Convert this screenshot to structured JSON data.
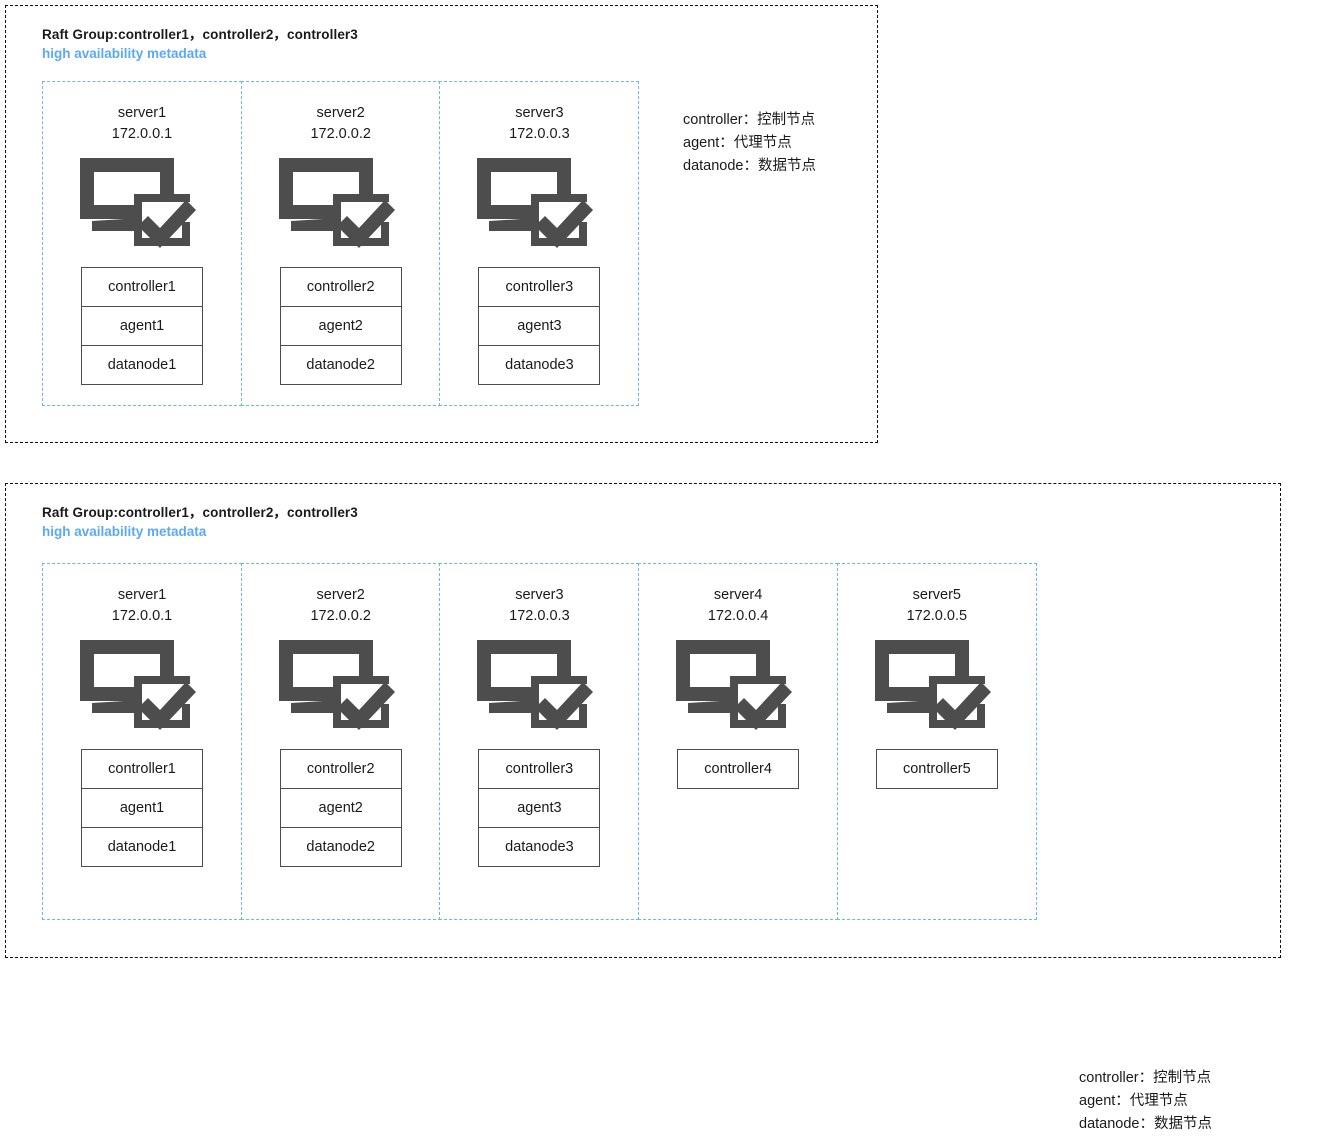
{
  "panels": [
    {
      "id": "panel-1",
      "raft_title": "Raft Group:controller1，controller2，controller3",
      "ha_subtitle": "high availability metadata",
      "legend": [
        "controller：控制节点",
        "agent：代理节点",
        "datanode：数据节点"
      ],
      "servers": [
        {
          "name": "server1",
          "ip": "172.0.0.1",
          "icon": "server-check-icon",
          "services": [
            "controller1",
            "agent1",
            "datanode1"
          ]
        },
        {
          "name": "server2",
          "ip": "172.0.0.2",
          "icon": "server-check-icon",
          "services": [
            "controller2",
            "agent2",
            "datanode2"
          ]
        },
        {
          "name": "server3",
          "ip": "172.0.0.3",
          "icon": "server-check-icon",
          "services": [
            "controller3",
            "agent3",
            "datanode3"
          ]
        }
      ]
    },
    {
      "id": "panel-2",
      "raft_title": "Raft Group:controller1，controller2，controller3",
      "ha_subtitle": "high availability metadata",
      "legend": [
        "controller：控制节点",
        "agent：代理节点",
        "datanode：数据节点"
      ],
      "servers": [
        {
          "name": "server1",
          "ip": "172.0.0.1",
          "icon": "server-check-icon",
          "services": [
            "controller1",
            "agent1",
            "datanode1"
          ]
        },
        {
          "name": "server2",
          "ip": "172.0.0.2",
          "icon": "server-check-icon",
          "services": [
            "controller2",
            "agent2",
            "datanode2"
          ]
        },
        {
          "name": "server3",
          "ip": "172.0.0.3",
          "icon": "server-check-icon",
          "services": [
            "controller3",
            "agent3",
            "datanode3"
          ]
        },
        {
          "name": "server4",
          "ip": "172.0.0.4",
          "icon": "server-check-icon",
          "services": [
            "controller4"
          ]
        },
        {
          "name": "server5",
          "ip": "172.0.0.5",
          "icon": "server-check-icon",
          "services": [
            "controller5"
          ]
        }
      ]
    }
  ],
  "colors": {
    "panel_border": "#111111",
    "server_column_border": "#6eb3f2",
    "subtitle_accent": "#5ba9f5",
    "icon_fill": "#4d4d4d",
    "service_box_border": "#4d4d4d",
    "text": "#1a1a1a"
  }
}
